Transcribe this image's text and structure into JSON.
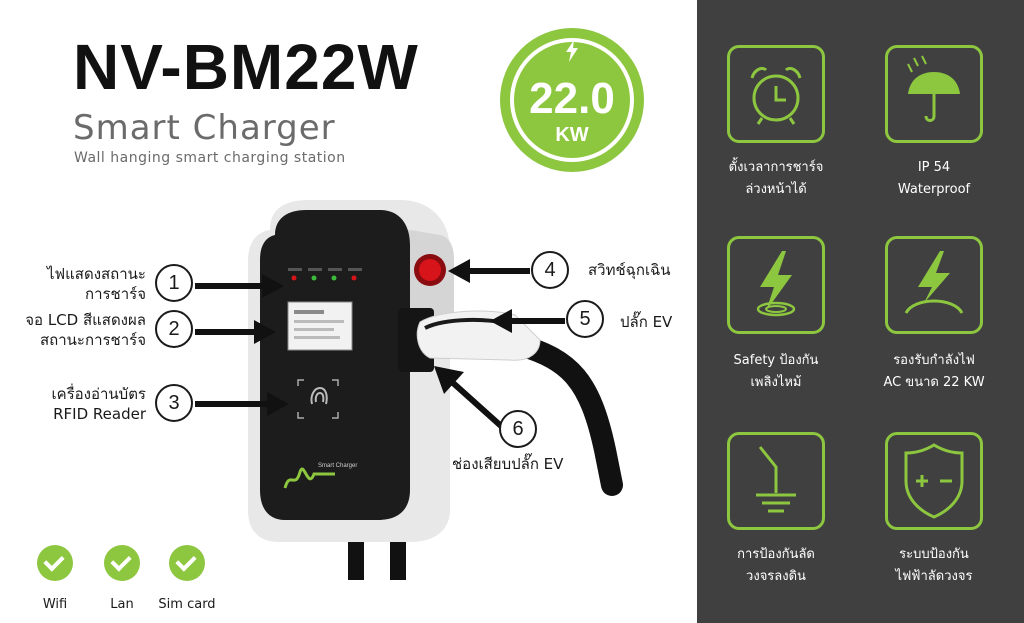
{
  "header": {
    "model": "NV-BM22W",
    "product": "Smart Charger",
    "tagline": "Wall hanging smart charging station"
  },
  "power_badge": {
    "value": "22.0",
    "unit": "KW",
    "icon": "lightning-bolt-icon"
  },
  "callouts": [
    {
      "number": "1",
      "label_lines": [
        "ไฟแสดงสถานะ",
        "การชาร์จ"
      ]
    },
    {
      "number": "2",
      "label_lines": [
        "จอ LCD สีแสดงผล",
        "สถานะการชาร์จ"
      ]
    },
    {
      "number": "3",
      "label_lines": [
        "เครื่องอ่านบัตร",
        "RFID Reader"
      ]
    },
    {
      "number": "4",
      "label_lines": [
        "สวิทช์ฉุกเฉิน"
      ]
    },
    {
      "number": "5",
      "label_lines": [
        "ปลั๊ก EV"
      ]
    },
    {
      "number": "6",
      "label_lines": [
        "ช่องเสียบปลั๊ก EV"
      ]
    }
  ],
  "device": {
    "brand_text": "Smart Charger"
  },
  "connectivity": [
    {
      "label": "Wifi",
      "icon": "check-circle-icon"
    },
    {
      "label": "Lan",
      "icon": "check-circle-icon"
    },
    {
      "label": "Sim card",
      "icon": "check-circle-icon"
    }
  ],
  "features": [
    {
      "icon": "alarm-clock-icon",
      "label_lines": [
        "ตั้งเวลาการชาร์จ",
        "ล่วงหน้าได้"
      ]
    },
    {
      "icon": "umbrella-rain-icon",
      "label_lines": [
        "IP 54",
        "Waterproof"
      ]
    },
    {
      "icon": "lightning-shield-icon",
      "label_lines": [
        "Safety ป้องกัน",
        "เพลิงไหม้"
      ]
    },
    {
      "icon": "lightning-dome-icon",
      "label_lines": [
        "รองรับกำลังไฟ",
        "AC ขนาด 22 KW"
      ]
    },
    {
      "icon": "ground-icon",
      "label_lines": [
        "การป้องกันลัด",
        "วงจรลงดิน"
      ]
    },
    {
      "icon": "shield-plus-minus-icon",
      "label_lines": [
        "ระบบป้องกัน",
        "ไฟฟ้าลัดวงจร"
      ]
    }
  ],
  "colors": {
    "accent": "#8dc63f",
    "panel": "#404040",
    "device_body": "#1c1c1c",
    "device_shell": "#e6e6e6",
    "emergency": "#d7141a"
  }
}
